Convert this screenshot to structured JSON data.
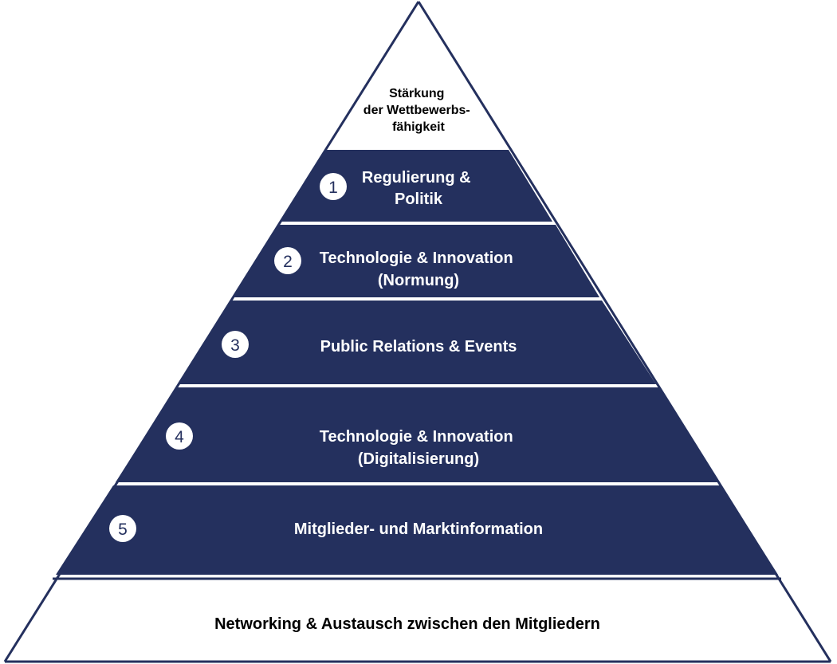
{
  "colors": {
    "navy": "#24305e",
    "white": "#ffffff",
    "outline": "#24305e"
  },
  "apex": {
    "lines": [
      "Stärkung",
      "der Wettbewerbs-",
      "fähigkeit"
    ]
  },
  "levels": [
    {
      "number": "1",
      "lines": [
        "Regulierung &",
        "Politik"
      ]
    },
    {
      "number": "2",
      "lines": [
        "Technologie & Innovation",
        "(Normung)"
      ]
    },
    {
      "number": "3",
      "lines": [
        "Public Relations & Events"
      ]
    },
    {
      "number": "4",
      "lines": [
        "Technologie & Innovation",
        "(Digitalisierung)"
      ]
    },
    {
      "number": "5",
      "lines": [
        "Mitglieder- und Marktinformation"
      ]
    }
  ],
  "base": {
    "lines": [
      "Networking & Austausch zwischen den Mitgliedern"
    ]
  }
}
